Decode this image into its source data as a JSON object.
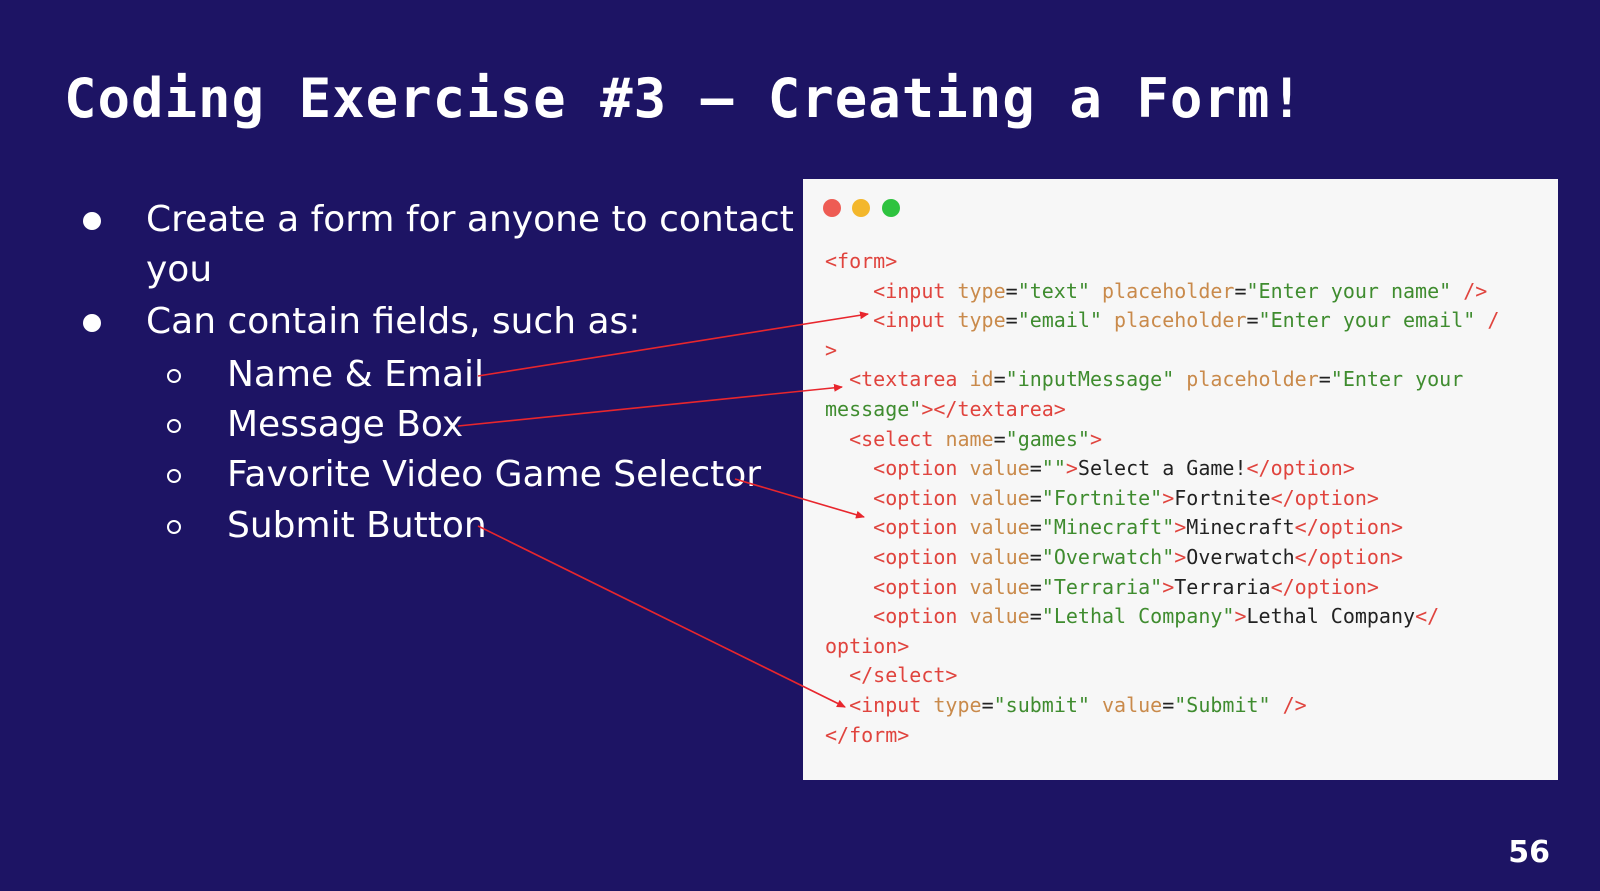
{
  "slide": {
    "title": "Coding Exercise #3 – Creating a Form!",
    "page_number": "56"
  },
  "bullets": [
    {
      "line1": "Create a form for anyone to contact",
      "line2": "you"
    },
    {
      "line1": "Can contain fields, such as:"
    }
  ],
  "sub_bullets": [
    "Name & Email",
    "Message Box",
    "Favorite Video Game Selector",
    "Submit Button"
  ],
  "code_window": {
    "dot_colors": [
      "#ee5c54",
      "#f3b72c",
      "#2ec33f"
    ],
    "lines": [
      "<form>",
      "    <input type=\"text\" placeholder=\"Enter your name\" />",
      "    <input type=\"email\" placeholder=\"Enter your email\" /",
      ">",
      "  <textarea id=\"inputMessage\" placeholder=\"Enter your",
      "message\"></textarea>",
      "  <select name=\"games\">",
      "    <option value=\"\">Select a Game!</option>",
      "    <option value=\"Fortnite\">Fortnite</option>",
      "    <option value=\"Minecraft\">Minecraft</option>",
      "    <option value=\"Overwatch\">Overwatch</option>",
      "    <option value=\"Terraria\">Terraria</option>",
      "    <option value=\"Lethal Company\">Lethal Company</",
      "option>",
      "  </select>",
      "  <input type=\"submit\" value=\"Submit\" />",
      "</form>"
    ]
  },
  "colors": {
    "background": "#1d1464",
    "code_background": "#f7f7f7",
    "tag": "#e0443e",
    "attribute": "#c98a4b",
    "string": "#3f8c2f",
    "text": "#222222",
    "arrow": "#e8262d"
  }
}
